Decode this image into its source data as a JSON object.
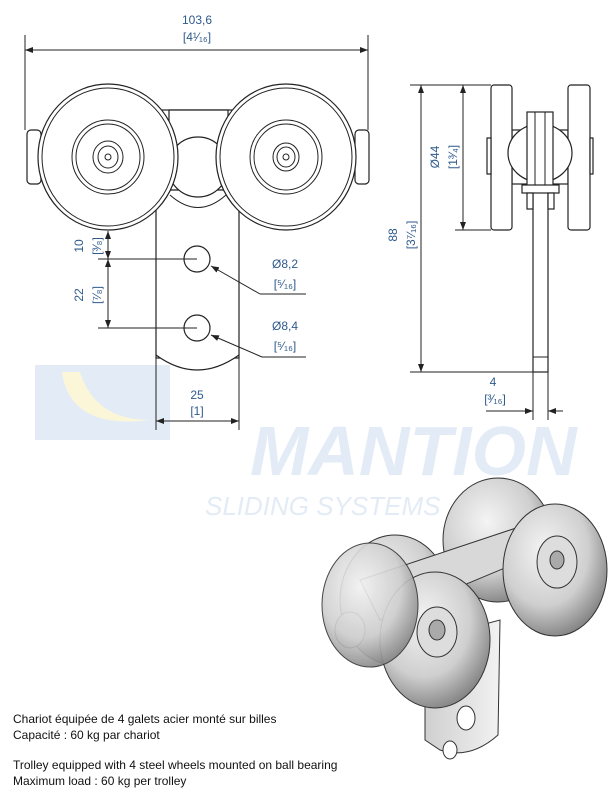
{
  "watermark": {
    "brand": "MANTION",
    "tagline": "SLIDING SYSTEMS",
    "colors": {
      "logo": "#e3ecf6",
      "sun": "#fbf6d8"
    }
  },
  "dimensions": {
    "overall_width": {
      "mm": "103,6",
      "inch": "[4¹⁄₁₆]"
    },
    "hole_offset": {
      "mm": "10",
      "inch": "[³⁄₈]"
    },
    "hole_spacing": {
      "mm": "22",
      "inch": "[⁷⁄₈]"
    },
    "hole1": {
      "mm": "Ø8,2",
      "inch": "[⁵⁄₁₆]"
    },
    "hole2": {
      "mm": "Ø8,4",
      "inch": "[⁵⁄₁₆]"
    },
    "plate_width": {
      "mm": "25",
      "inch": "[1]"
    },
    "height": {
      "mm": "88",
      "inch": "[3⁷⁄₁₆]"
    },
    "wheel_diameter": {
      "mm": "Ø44",
      "inch": "[1³⁄₄]"
    },
    "plate_thickness": {
      "mm": "4",
      "inch": "[³⁄₁₆]"
    }
  },
  "caption": {
    "fr_line1": "Chariot équipée de 4 galets acier monté sur billes",
    "fr_line2": "Capacité : 60 kg par chariot",
    "en_line1": "Trolley equipped with 4 steel wheels mounted on ball bearing",
    "en_line2": "Maximum load : 60 kg per trolley"
  },
  "colors": {
    "dimension_text": "#2e5a8c",
    "line": "#222222"
  }
}
